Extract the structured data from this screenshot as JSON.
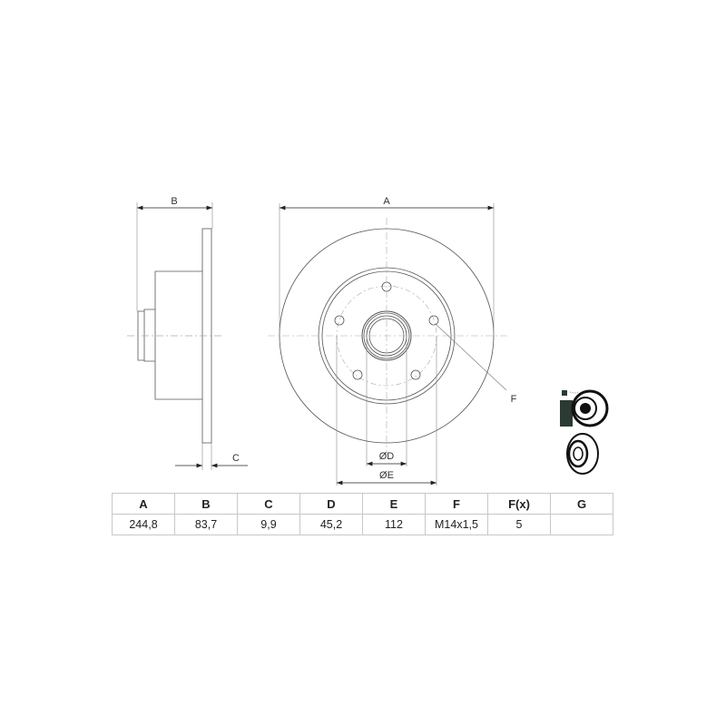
{
  "drawing": {
    "side_view": {
      "dim_B_label": "B",
      "dim_C_label": "C"
    },
    "front_view": {
      "dim_A_label": "A",
      "dim_D_label": "ØD",
      "dim_E_label": "ØE",
      "callout_F_label": "F"
    },
    "icons": [
      "brake-disc-coated-spray-icon",
      "brake-disc-icon"
    ]
  },
  "spec_table": {
    "headers": [
      "A",
      "B",
      "C",
      "D",
      "E",
      "F",
      "F(x)",
      "G"
    ],
    "values": [
      "244,8",
      "83,7",
      "9,9",
      "45,2",
      "112",
      "M14x1,5",
      "5",
      ""
    ]
  }
}
